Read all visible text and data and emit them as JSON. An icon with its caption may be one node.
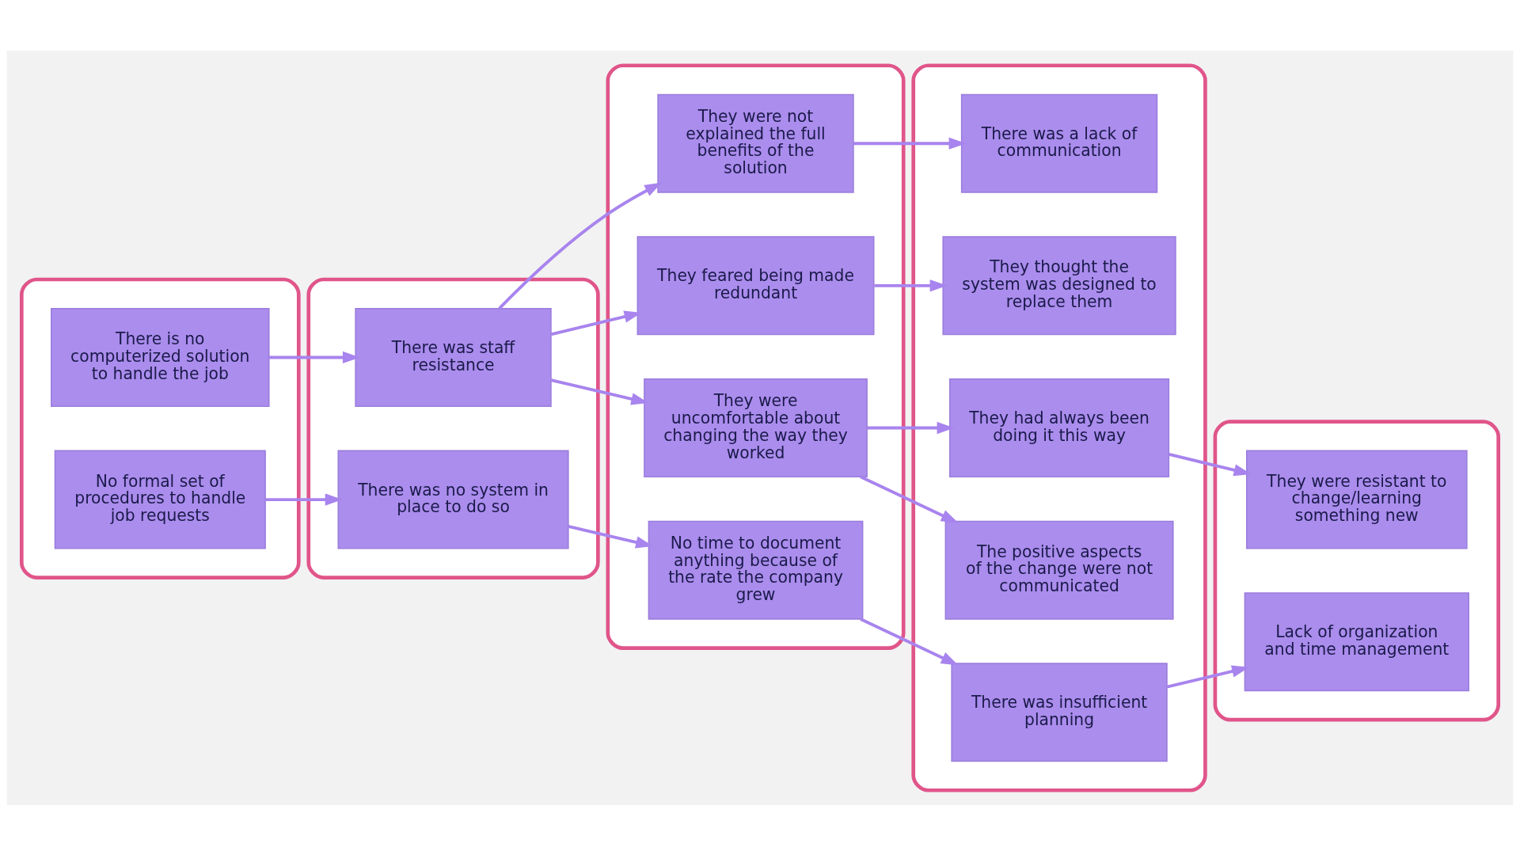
{
  "diagram": {
    "nodes": [
      {
        "text": [],
        "shape": "box"
      },
      {
        "text": [],
        "shape": "box"
      },
      {
        "text": [],
        "shape": "box"
      },
      {
        "text": [],
        "shape": "box"
      },
      {
        "text": [],
        "shape": "box"
      },
      {
        "text": [
          "There is no computerized solution to handle the job"
        ],
        "in": 0
      },
      {
        "text": [
          "No formal set of procedures to handle job requests"
        ],
        "in": 0
      },
      {
        "text": [
          "There was staff resistance"
        ],
        "in": 1
      },
      {
        "text": [
          "There was no system in place to do so"
        ],
        "in": 1
      },
      {
        "text": [
          "They were not explained the full benefits of the solution"
        ],
        "in": 2
      },
      {
        "text": [
          "They feared being made redundant"
        ],
        "in": 2
      },
      {
        "text": [
          "They were uncomfortable about changing the way they worked"
        ],
        "in": 2
      },
      {
        "text": [
          "No time to document anything because of the rate the company grew"
        ],
        "in": 2
      },
      {
        "text": [
          "There was a lack of communication"
        ],
        "in": 3
      },
      {
        "text": [
          "They thought the system was designed to replace them"
        ],
        "in": 3
      },
      {
        "text": [
          "They had always been doing it this way"
        ],
        "in": 3
      },
      {
        "text": [
          "The positive aspects of the change were not communicated"
        ],
        "in": 3
      },
      {
        "text": [
          "There was insufficient planning"
        ],
        "in": 3
      },
      {
        "text": [
          "They were resistant to change/learning something new"
        ],
        "in": 4
      },
      {
        "text": [
          "Lack of organization and time management"
        ],
        "in": 4
      }
    ],
    "edges": [
      {
        "from": 5,
        "to": 7,
        "arrow": "to"
      },
      {
        "from": 7,
        "to": 9,
        "arrow": "to"
      },
      {
        "from": 7,
        "to": 10,
        "arrow": "to"
      },
      {
        "from": 7,
        "to": 11,
        "arrow": "to"
      },
      {
        "from": 9,
        "to": 13,
        "arrow": "to"
      },
      {
        "from": 10,
        "to": 14,
        "arrow": "to"
      },
      {
        "from": 11,
        "to": 15,
        "arrow": "to"
      },
      {
        "from": 11,
        "to": 16,
        "arrow": "to"
      },
      {
        "from": 15,
        "to": 18,
        "arrow": "to"
      },
      {
        "from": 6,
        "to": 8,
        "arrow": "to"
      },
      {
        "from": 8,
        "to": 12,
        "arrow": "to"
      },
      {
        "from": 12,
        "to": 17,
        "arrow": "to"
      },
      {
        "from": 17,
        "to": 19,
        "arrow": "to"
      }
    ]
  }
}
